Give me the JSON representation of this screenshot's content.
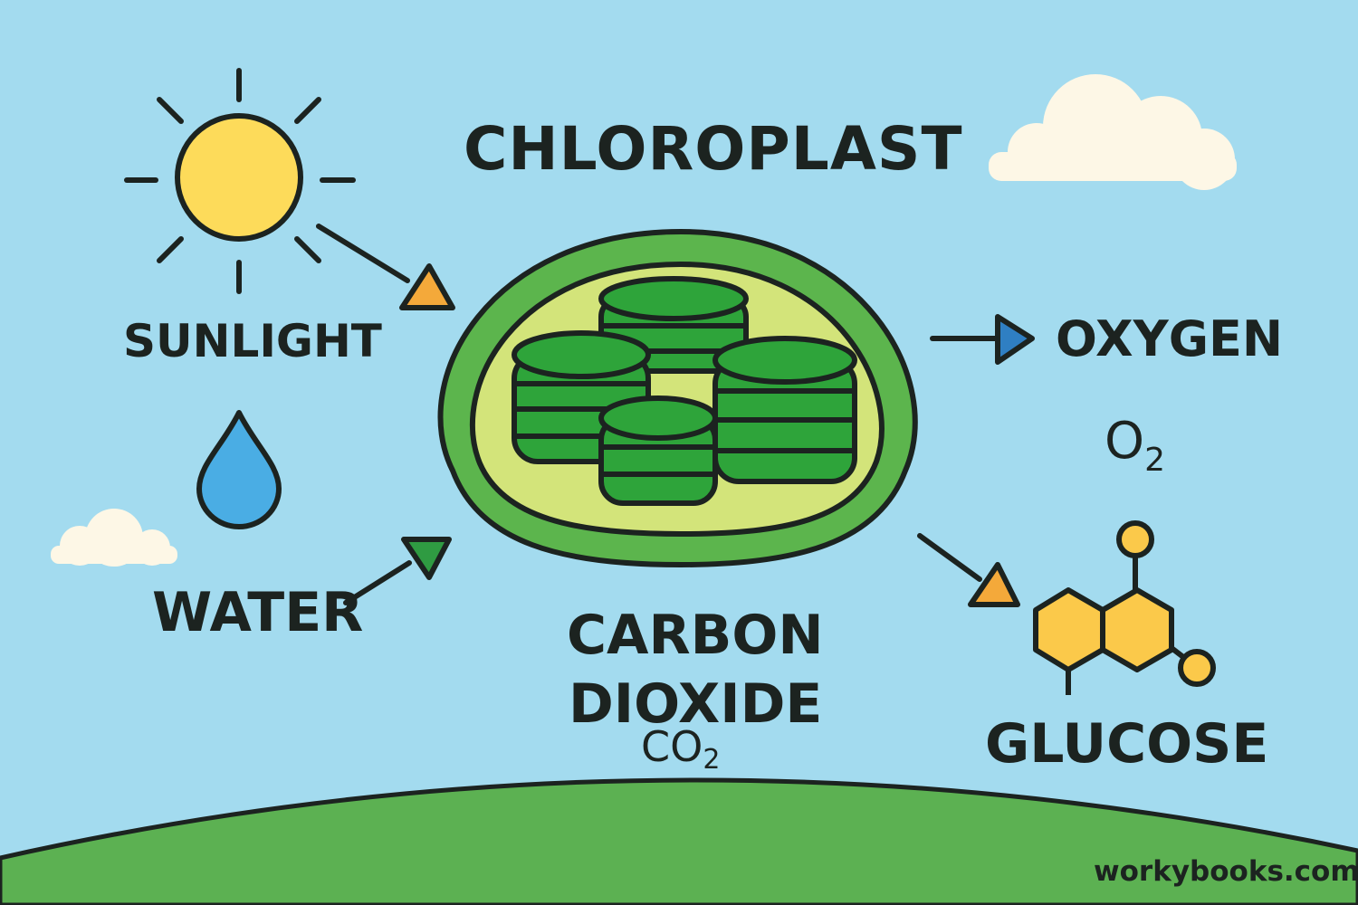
{
  "diagram": {
    "title": "CHLOROPLAST",
    "inputs": {
      "sunlight": "SUNLIGHT",
      "water": "WATER",
      "carbon_dioxide_line1": "CARBON",
      "carbon_dioxide_line2": "DIOXIDE",
      "carbon_dioxide_formula": "CO",
      "carbon_dioxide_subscript": "2"
    },
    "outputs": {
      "oxygen": "OXYGEN",
      "oxygen_formula": "O",
      "oxygen_subscript": "2",
      "glucose": "GLUCOSE"
    },
    "icons": [
      "sun-icon",
      "water-drop-icon",
      "chloroplast-icon",
      "glucose-molecule-icon",
      "cloud-icon"
    ],
    "colors": {
      "sky": "#a3dbef",
      "ground": "#5cb152",
      "sun": "#fddb5a",
      "water_drop": "#4aade4",
      "chloroplast_outer": "#5cb54d",
      "chloroplast_inner": "#d3e47a",
      "thylakoid": "#2ea43a",
      "arrow_orange": "#f4a93a",
      "arrow_green": "#2f9b42",
      "arrow_blue": "#2f7fc3",
      "glucose": "#fbc94a",
      "outline": "#1c2320"
    }
  },
  "footer": {
    "site": "workybooks.com"
  }
}
